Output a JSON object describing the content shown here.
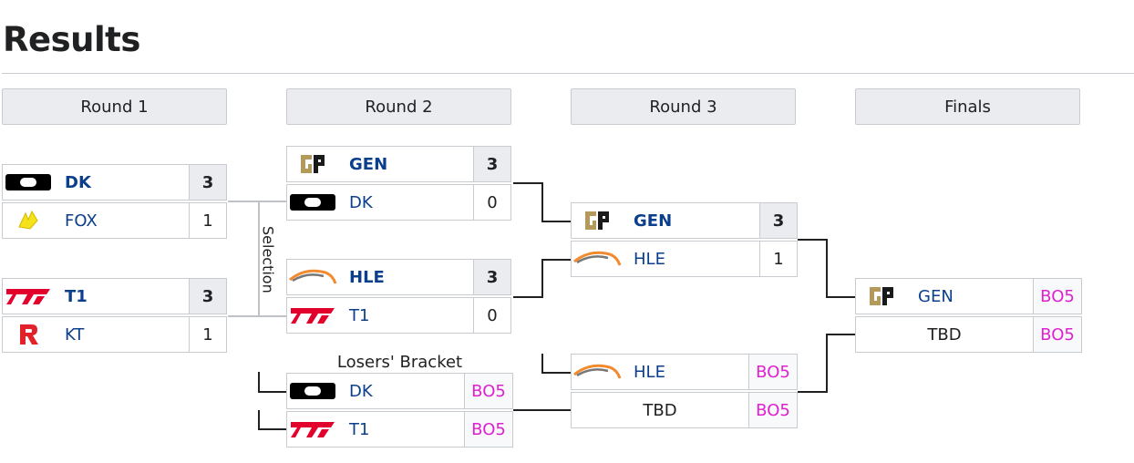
{
  "title": "Results",
  "rounds": [
    "Round 1",
    "Round 2",
    "Round 3",
    "Finals"
  ],
  "selection_label": "Selection",
  "losers_label": "Losers' Bracket",
  "round1": {
    "match1": {
      "team1": "DK",
      "score1": "3",
      "team2": "FOX",
      "score2": "1"
    },
    "match2": {
      "team1": "T1",
      "score1": "3",
      "team2": "KT",
      "score2": "1"
    }
  },
  "round2": {
    "match1": {
      "team1": "GEN",
      "score1": "3",
      "team2": "DK",
      "score2": "0"
    },
    "match2": {
      "team1": "HLE",
      "score1": "3",
      "team2": "T1",
      "score2": "0"
    },
    "losers": {
      "team1": "DK",
      "score1": "BO5",
      "team2": "T1",
      "score2": "BO5"
    }
  },
  "round3": {
    "match1": {
      "team1": "GEN",
      "score1": "3",
      "team2": "HLE",
      "score2": "1"
    },
    "match2": {
      "team1": "HLE",
      "score1": "BO5",
      "team2": "TBD",
      "score2": "BO5"
    }
  },
  "finals": {
    "team1": "GEN",
    "score1": "BO5",
    "team2": "TBD",
    "score2": "BO5"
  },
  "colors": {
    "team_link": "#0b3f8c",
    "best_of": "#e020d0",
    "header_bg": "#eaecf0",
    "border": "#c8ccd1",
    "gen_gold": "#b39a5a",
    "hle_orange": "#f28a2e",
    "t1_red": "#e2012d",
    "kt_red": "#e2222b",
    "fox_yellow": "#f5e21a"
  },
  "icons": {
    "DK": "dk-logo-icon",
    "FOX": "fox-logo-icon",
    "T1": "t1-logo-icon",
    "KT": "kt-logo-icon",
    "GEN": "gen-logo-icon",
    "HLE": "hle-logo-icon"
  }
}
